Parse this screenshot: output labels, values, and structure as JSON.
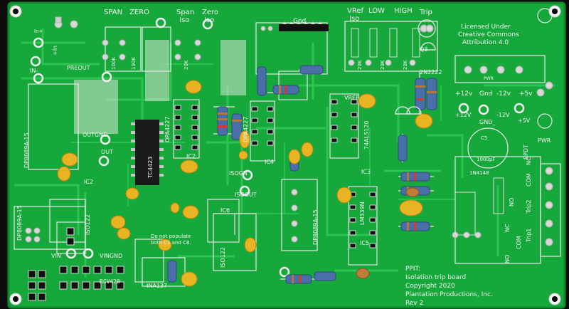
{
  "board": {
    "top_labels": {
      "span": "SPAN",
      "zero": "ZERO",
      "span_iso_1": "Span",
      "span_iso_2": "Iso",
      "zero_iso_1": "Zero",
      "zero_iso_2": "Iso",
      "gnd": "Gnd",
      "vref_iso_1": "VRef",
      "vref_iso_2": "Iso",
      "low": "LOW",
      "high": "HIGH",
      "trip": "Trip"
    },
    "license": [
      "Licensed Under",
      "Creative Commons",
      "Attribution 4.0"
    ],
    "power_labels": [
      "+12v",
      "Gnd",
      "-12v",
      "+5v"
    ],
    "power_pads": [
      "+12V",
      "GND_",
      "-12V",
      "+5V"
    ],
    "pwr": "PWR",
    "q3": "Q3",
    "q3_part": "2N2222",
    "vref": "VREF",
    "left_labels": {
      "in_plus": "+In",
      "in_minus": "IN-",
      "in_plus_2": "In+",
      "preout": "PREOUT",
      "outgnd": "OUTGND",
      "out": "OUT",
      "vin": "VIN",
      "vingnd": "VINGND",
      "dpboard_1": "DP8089A-15",
      "dpboard_2": "DP8089A-15"
    },
    "chips": {
      "ic1": "TC4423",
      "ic2": "IC2",
      "ic3": "IC3",
      "ic4": "IC4",
      "ic5": "IC5",
      "ic6": "IC6",
      "iso122_a": "ISO122",
      "iso122_b": "ISO122",
      "opa4227_a": "OPA4227",
      "opa4227_b": "OPA4227",
      "als": "74ALS120",
      "lm339": "LM339N",
      "ina137": "INA137",
      "rcv420": "RCV420",
      "dp_right": "DP8089A-15",
      "isogn": "ISOGN",
      "isoout": "ISOOUT"
    },
    "note": [
      "Do not populate",
      "both C1 and C8."
    ],
    "relay_labels": [
      "COM",
      "NC",
      "NO",
      "Trip2",
      "COM",
      "NC",
      "NO",
      "Trip1"
    ],
    "title_block": [
      "PPIT:",
      "Isolation trip board",
      "Copyright 2020",
      "Plantation Productions, Inc.",
      "Rev 2"
    ],
    "resistor_values": [
      "100K",
      "100K",
      "20K",
      "20K",
      "20K",
      "20K"
    ],
    "misc": {
      "fuse": "1N4148",
      "spdt": "SPDT",
      "c5": "C5",
      "c5_val": "1000µF",
      "pwr2": "PWR"
    }
  },
  "colors": {
    "pcb": "#16a63a",
    "trace": "#2fc653",
    "silk": "#f2f2f2",
    "chip": "#1a1a1a",
    "cap": "#e8b422",
    "resistor": "#4a6fa8"
  }
}
